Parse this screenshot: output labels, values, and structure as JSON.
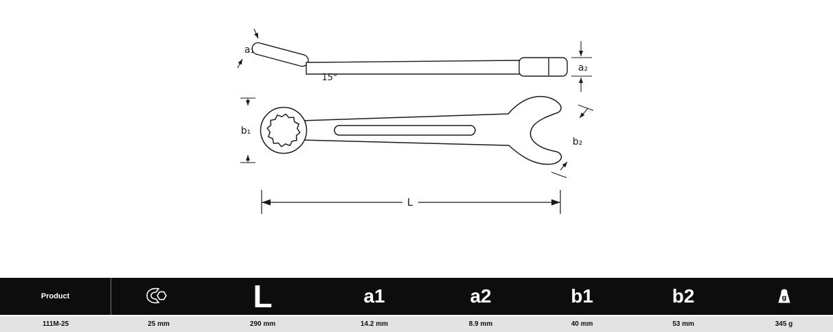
{
  "diagram": {
    "side_view": {
      "a1_label": "a₁",
      "a2_label": "a₂",
      "angle_label": "15°"
    },
    "front_view": {
      "b1_label": "b₁",
      "b2_label": "b₂"
    },
    "length_label": "L"
  },
  "table": {
    "header": {
      "product": "Product",
      "jaw_icon": "jaw-opening-icon",
      "l": "L",
      "a1": "a1",
      "a2": "a2",
      "b1": "b1",
      "b2": "b2",
      "weight_icon": "weight-icon",
      "weight_unit": "g"
    },
    "rows": [
      {
        "product": "111M-25",
        "jaw_opening": "25 mm",
        "l": "290 mm",
        "a1": "14.2 mm",
        "a2": "8.9 mm",
        "b1": "40 mm",
        "b2": "53 mm",
        "weight": "345 g"
      }
    ]
  },
  "colors": {
    "header_bg": "#0d0d0d",
    "header_text": "#ffffff",
    "row_bg": "#e3e3e3",
    "row_text": "#111111",
    "line": "#1a1a1a"
  }
}
